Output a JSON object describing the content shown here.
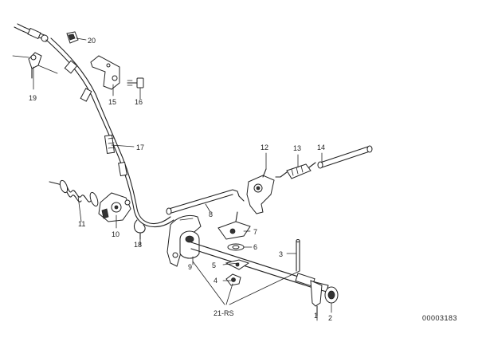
{
  "callouts": {
    "c1": "1",
    "c2": "2",
    "c3": "3",
    "c4": "4",
    "c5": "5",
    "c6": "6",
    "c7": "7",
    "c8": "8",
    "c9": "9",
    "c10": "10",
    "c11": "11",
    "c12": "12",
    "c13": "13",
    "c14": "14",
    "c15": "15",
    "c16": "16",
    "c17": "17",
    "c18": "18",
    "c19": "19",
    "c20": "20",
    "c21": "21-RS"
  },
  "diagram_ref": "00003183"
}
